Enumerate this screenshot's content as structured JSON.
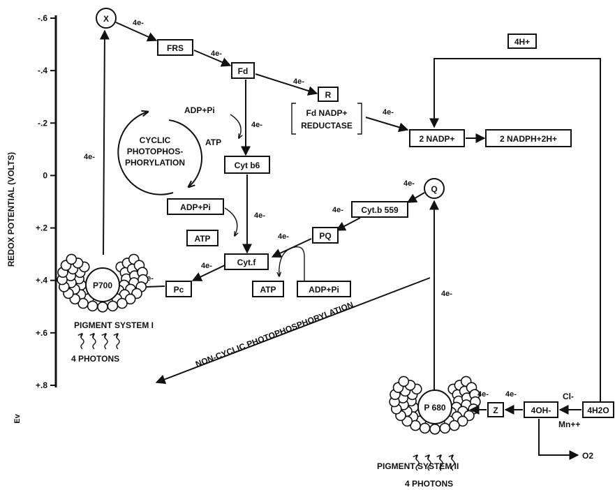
{
  "axis": {
    "title": "REDOX POTENTIAL (VOLTS)",
    "unit": "Ev",
    "ticks": [
      "-.6",
      "-.4",
      "-.2",
      "0",
      "+.2",
      "+.4",
      "+.6",
      "+.8"
    ]
  },
  "carriers": {
    "x": "X",
    "frs": "FRS",
    "fd": "Fd",
    "r": "R",
    "reductase_line1": "Fd NADP+",
    "reductase_line2": "REDUCTASE",
    "nadp": "2 NADP+",
    "nadph": "2 NADPH+2H+",
    "four_h": "4H+",
    "cyt_b6": "Cyt b6",
    "q": "Q",
    "cyt_b559": "Cyt.b 559",
    "pq": "PQ",
    "cyt_f": "Cyt.f",
    "pc": "Pc",
    "z": "Z",
    "oh": "4OH-",
    "h2o": "4H2O",
    "cl": "Cl-",
    "mn": "Mn++",
    "o2": "O2"
  },
  "phosphorylation": {
    "cyclic_line1": "CYCLIC",
    "cyclic_line2": "PHOTOPHOS-",
    "cyclic_line3": "PHORYLATION",
    "adp_pi": "ADP+Pi",
    "atp": "ATP",
    "non_cyclic": "NON-CYCLIC PHOTOPHOSPHORYLATION"
  },
  "photosystems": {
    "p700": "P700",
    "p680": "P 680",
    "ps1_label": "PIGMENT SYSTEM I",
    "ps2_label": "PIGMENT SYSTEM II",
    "photons": "4 PHOTONS"
  },
  "electrons": "4e-"
}
